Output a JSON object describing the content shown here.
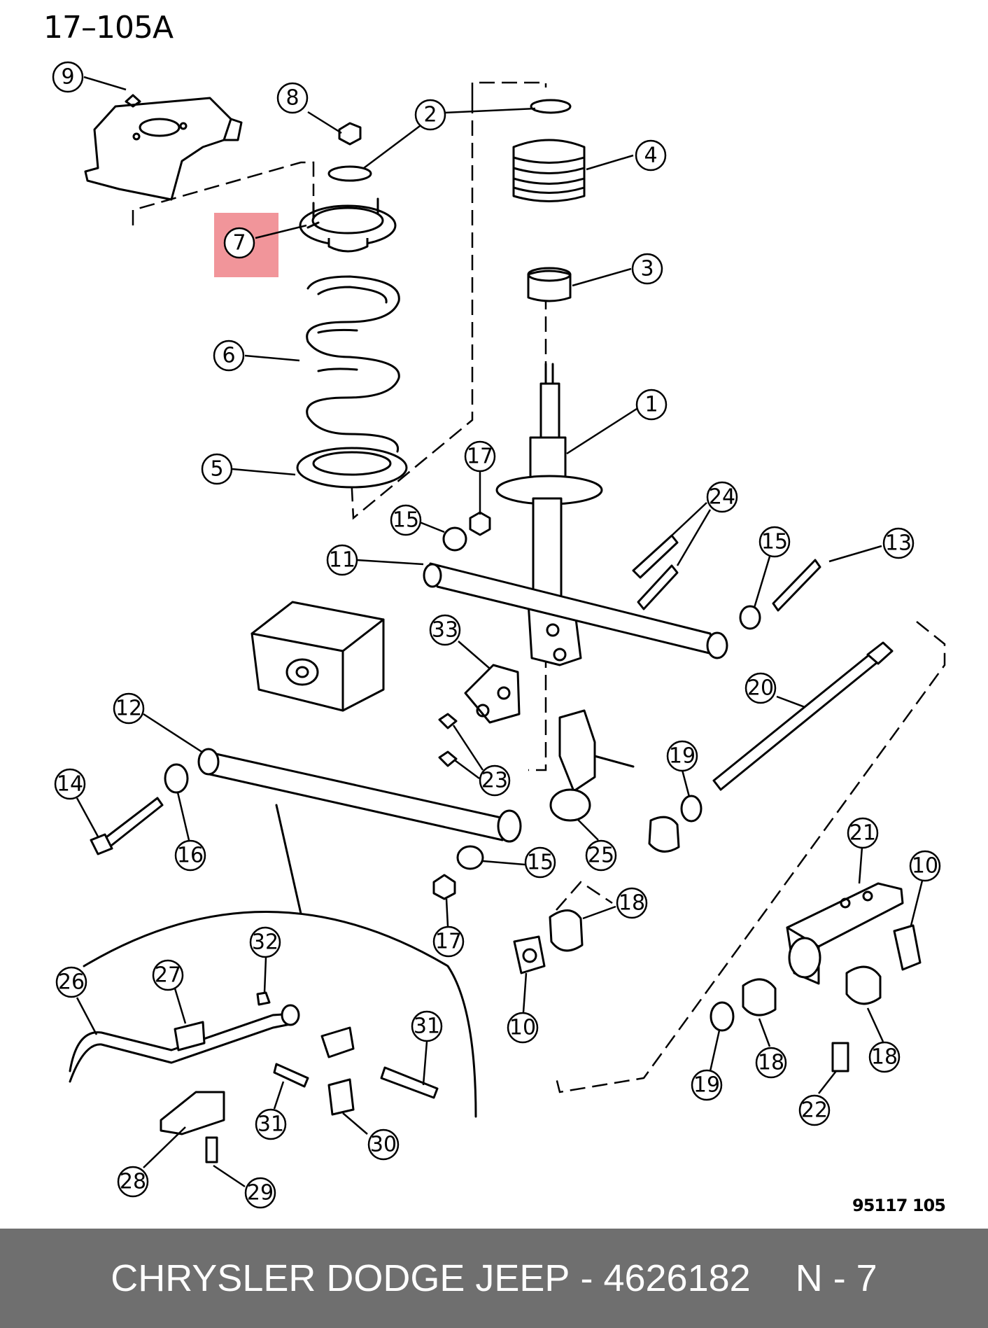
{
  "diagram": {
    "title": "17–105A",
    "ref_code": "95117  105",
    "highlighted_callout": "7",
    "highlight_color": "#f08a8f",
    "callouts": [
      "9",
      "8",
      "2",
      "4",
      "7",
      "3",
      "6",
      "1",
      "5",
      "17",
      "15",
      "24",
      "11",
      "15",
      "13",
      "33",
      "12",
      "20",
      "14",
      "19",
      "23",
      "16",
      "25",
      "15",
      "21",
      "10",
      "18",
      "17",
      "32",
      "27",
      "26",
      "10",
      "31",
      "19",
      "18",
      "18",
      "22",
      "31",
      "30",
      "28",
      "29"
    ]
  },
  "footer": {
    "brand": "CHRYSLER DODGE JEEP",
    "separator": " - ",
    "part_number": "4626182",
    "position": "N - 7",
    "background": "#6f6f6f"
  }
}
